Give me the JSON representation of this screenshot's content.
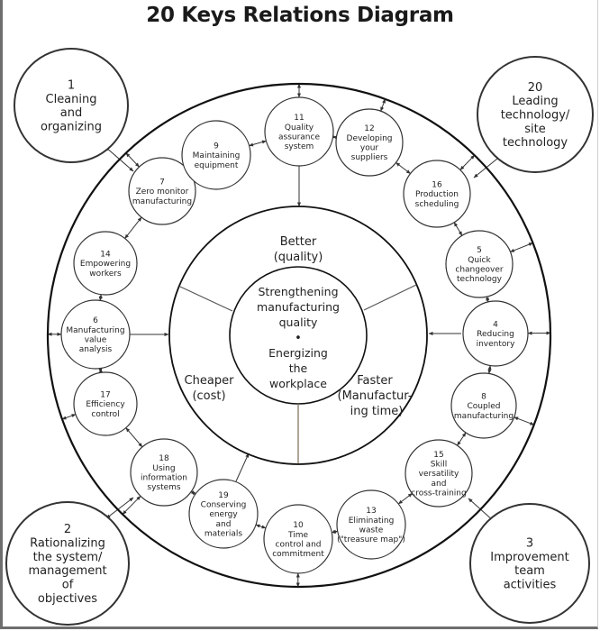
{
  "title": "20 Keys Relations Diagram",
  "center": {
    "lines_top": [
      "Strengthening",
      "manufacturing",
      "quality"
    ],
    "bullet": "•",
    "lines_bottom": [
      "Energizing",
      "the",
      "workplace"
    ]
  },
  "sectors": [
    {
      "id": "better",
      "lines": [
        "Better",
        "(quality)"
      ]
    },
    {
      "id": "cheaper",
      "lines": [
        "Cheaper",
        "(cost)"
      ]
    },
    {
      "id": "faster",
      "lines": [
        "Faster",
        "(Manufactur-",
        "ing time)"
      ]
    }
  ],
  "ring_keys": [
    {
      "num": "11",
      "lines": [
        "Quality",
        "assurance",
        "system"
      ]
    },
    {
      "num": "12",
      "lines": [
        "Developing",
        "your",
        "suppliers"
      ]
    },
    {
      "num": "16",
      "lines": [
        "Production",
        "scheduling"
      ]
    },
    {
      "num": "5",
      "lines": [
        "Quick",
        "changeover",
        "technology"
      ]
    },
    {
      "num": "4",
      "lines": [
        "Reducing",
        "inventory"
      ]
    },
    {
      "num": "8",
      "lines": [
        "Coupled",
        "manufacturing"
      ]
    },
    {
      "num": "15",
      "lines": [
        "Skill",
        "versatility",
        "and",
        "cross-training"
      ]
    },
    {
      "num": "13",
      "lines": [
        "Eliminating",
        "waste",
        "(\"treasure map\")"
      ]
    },
    {
      "num": "10",
      "lines": [
        "Time",
        "control and",
        "commitment"
      ]
    },
    {
      "num": "19",
      "lines": [
        "Conserving",
        "energy",
        "and",
        "materials"
      ]
    },
    {
      "num": "18",
      "lines": [
        "Using",
        "information",
        "systems"
      ]
    },
    {
      "num": "17",
      "lines": [
        "Efficiency",
        "control"
      ]
    },
    {
      "num": "6",
      "lines": [
        "Manufacturing",
        "value",
        "analysis"
      ]
    },
    {
      "num": "14",
      "lines": [
        "Empowering",
        "workers"
      ]
    },
    {
      "num": "7",
      "lines": [
        "Zero monitor",
        "manufacturing"
      ]
    },
    {
      "num": "9",
      "lines": [
        "Maintaining",
        "equipment"
      ]
    }
  ],
  "corner_keys": [
    {
      "num": "1",
      "lines": [
        "Cleaning",
        "and",
        "organizing"
      ]
    },
    {
      "num": "20",
      "lines": [
        "Leading",
        "technology/",
        "site",
        "technology"
      ]
    },
    {
      "num": "2",
      "lines": [
        "Rationalizing",
        "the system/",
        "management",
        "of",
        "objectives"
      ]
    },
    {
      "num": "3",
      "lines": [
        "Improvement",
        "team",
        "activities"
      ]
    }
  ]
}
